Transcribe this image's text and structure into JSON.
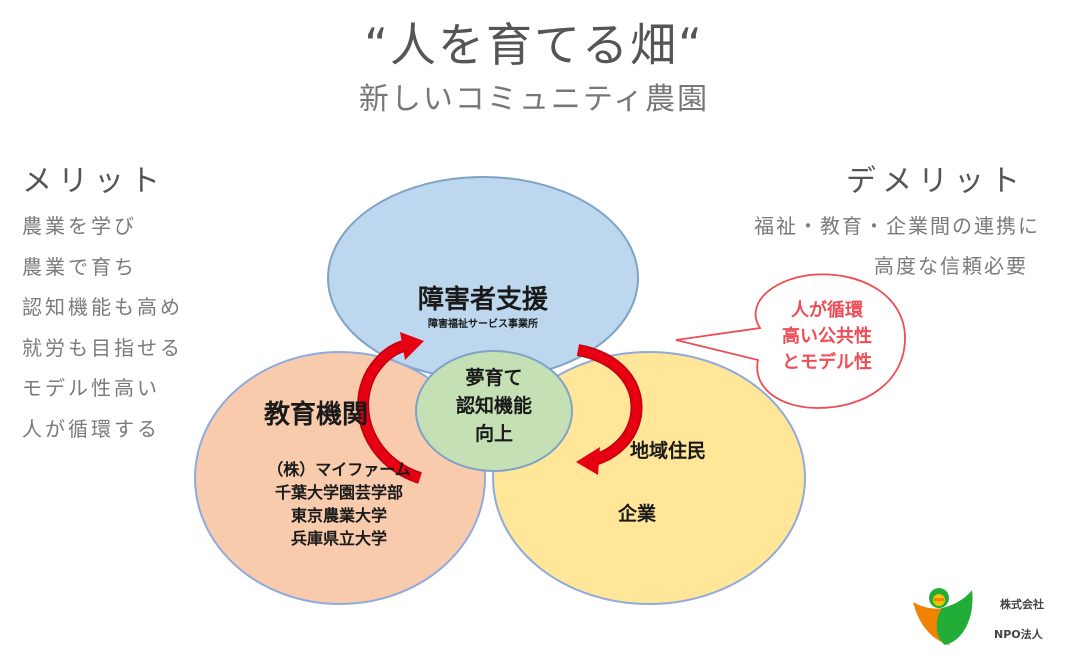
{
  "header": {
    "title": "“人を育てる畑“",
    "subtitle": "新しいコミュニティ農園"
  },
  "merits": {
    "heading": "メリット",
    "items": [
      "農業を学び",
      "農業で育ち",
      "認知機能も高め",
      "就労も目指せる",
      "モデル性高い",
      "人が循環する"
    ]
  },
  "demerits": {
    "heading": "デメリット",
    "lines": [
      "福祉・教育・企業間の連携に",
      "高度な信頼必要"
    ]
  },
  "diagram": {
    "top_circle": {
      "title": "障害者支援",
      "subtitle": "障害福祉サービス事業所",
      "color": "#bdd7ee",
      "border": "#7fa3c8"
    },
    "left_circle": {
      "title": "教育機関",
      "items": [
        "（株）マイファーム",
        "千葉大学園芸学部",
        "東京農業大学",
        "兵庫県立大学"
      ],
      "color": "#f8cbad",
      "border": "#8faadc"
    },
    "right_circle": {
      "items": [
        "地域住民",
        "企業"
      ],
      "color": "#ffe699",
      "border": "#8faadc"
    },
    "center_circle": {
      "lines": [
        "夢育て",
        "認知機能",
        "向上"
      ],
      "color": "#c5e0b4",
      "border": "#7fa3c8"
    },
    "arrow_color": "#e60012"
  },
  "callout": {
    "lines": [
      "人が循環",
      "高い公共性",
      "とモデル性"
    ],
    "color": "#ee4d55"
  },
  "logo": {
    "lines": [
      "株式会社",
      "NPO法人"
    ],
    "colors": {
      "orange": "#f08300",
      "green": "#22ac38",
      "yellow": "#f5c400"
    }
  }
}
